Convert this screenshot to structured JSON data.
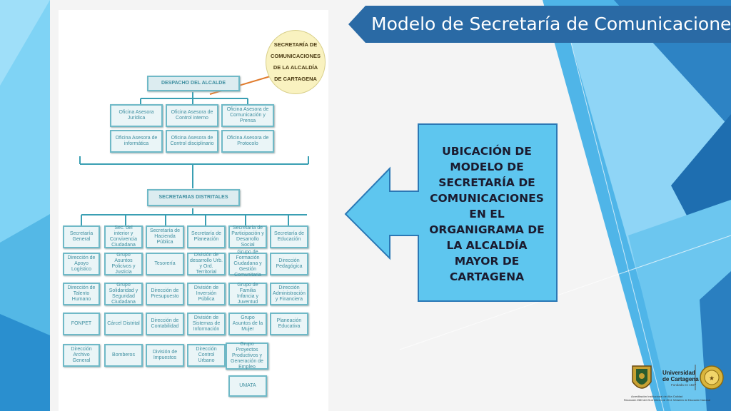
{
  "title": "Modelo de Secretaría de Comunicaciones",
  "callout_text": "UBICACIÓN DE MODELO DE SECRETARÍA DE COMUNICACIONES EN EL ORGANIGRAMA DE LA ALCALDÍA MAYOR DE CARTAGENA",
  "org_chart": {
    "highlight_label": "SECRETARÍA DE COMUNICACIONES DE LA ALCALDÍA DE CARTAGENA",
    "root": "DESPACHO DEL ALCALDE",
    "advisory_offices": [
      "Oficina Asesora Jurídica",
      "Oficina Asesora de Control interno",
      "Oficina Asesora de Comunicación y Prensa",
      "Oficina Asesora de informática",
      "Oficina Asesora de Control disciplinario",
      "Oficina Asesora de Protocolo"
    ],
    "district_header": "SECRETARIAS DISTRITALES",
    "columns": [
      [
        "Secretaría General",
        "Dirección de Apoyo Logístico",
        "Dirección de Talento Humano",
        "FONPET",
        "Dirección Archivo General"
      ],
      [
        "Sec. del interior y Convivencia Ciudadana",
        "Grupo Asuntos Policivos y Justicia",
        "Grupo Solidaridad y Seguridad Ciudadana",
        "Cárcel Distrital",
        "Bomberos"
      ],
      [
        "Secretaría de Hacienda Pública",
        "Tesorería",
        "Dirección de Presupuesto",
        "Dirección de Contabilidad",
        "División de Impuestos"
      ],
      [
        "Secretaría de Planeación",
        "División de desarrollo Urb. y Ord. Territorial",
        "División de Inversión Pública",
        "División de Sistemas de Información",
        "Dirección Control Urbano"
      ],
      [
        "Secretaría de Participación y Desarrollo Social",
        "Grupo de Formación Ciudadana y Gestión Comunitaria",
        "Grupo de Familia Infancia y Juventud",
        "Grupo Asuntos de la Mujer",
        "Grupo Proyectos Productivos y Generación de Empleo",
        "UMATA"
      ],
      [
        "Secretaría de Educación",
        "Dirección Pedagógica",
        "Dirección Administración y Financiera",
        "Planeación Educativa"
      ]
    ]
  },
  "logo": {
    "name_line1": "Universidad",
    "name_line2": "de Cartagena",
    "founded": "Fundada en 1827",
    "accreditation_1": "Acreditación Institucional de Alta Calidad",
    "accreditation_2": "Resolución 2583 del 26 de febrero de 2014. Ministerio de Educación Nacional"
  },
  "colors": {
    "accent_blue": "#2e86c1",
    "title_bar": "#2a6aa5",
    "callout_fill": "#5ec6ef",
    "callout_border": "#2b78b5"
  }
}
